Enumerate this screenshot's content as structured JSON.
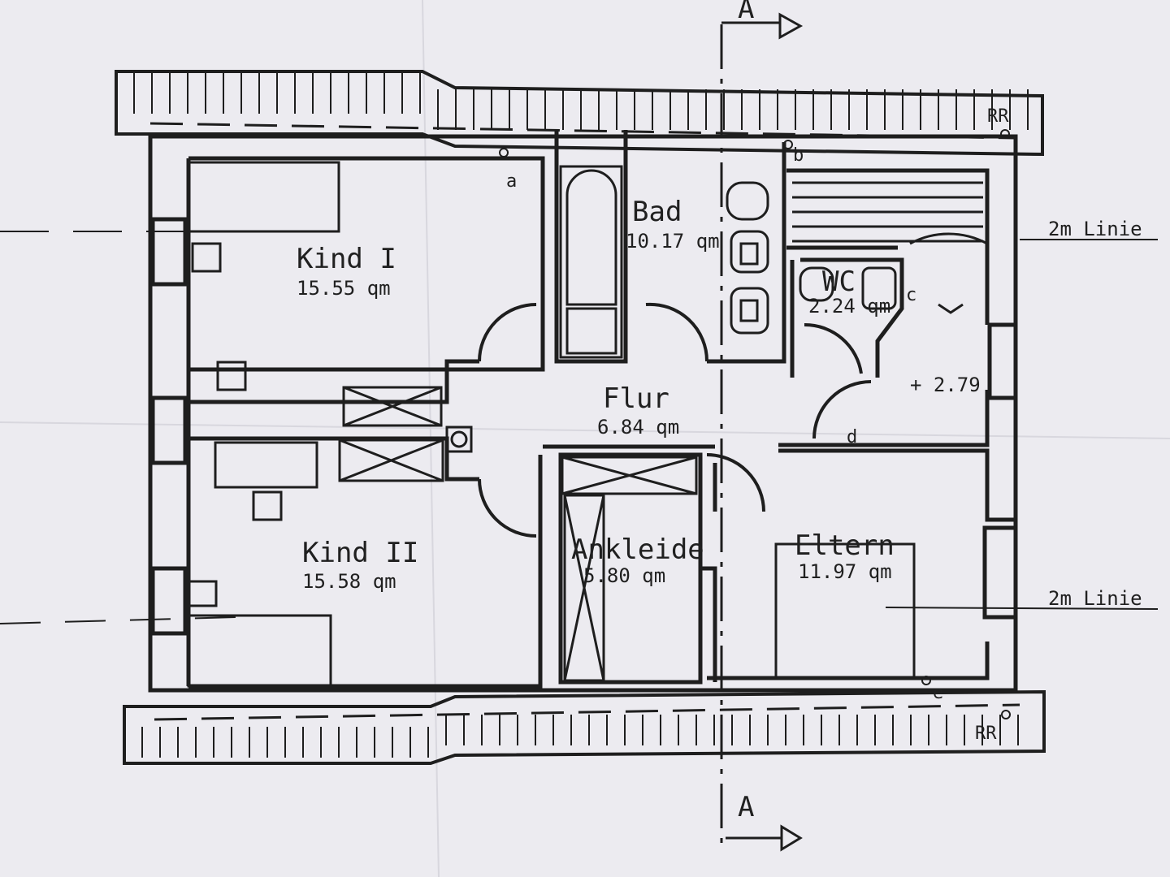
{
  "rooms": {
    "kind1": {
      "name": "Kind I",
      "area": "15.55 qm"
    },
    "kind2": {
      "name": "Kind II",
      "area": "15.58 qm"
    },
    "bad": {
      "name": "Bad",
      "area": "10.17 qm"
    },
    "wc": {
      "name": "WC",
      "area": "2.24 qm"
    },
    "flur": {
      "name": "Flur",
      "area": "6.84 qm"
    },
    "ankleide": {
      "name": "Ankleide",
      "area": "5.80 qm"
    },
    "eltern": {
      "name": "Eltern",
      "area": "11.97 qm"
    }
  },
  "markers": {
    "a": "a",
    "b": "b",
    "c": "c",
    "d": "d",
    "e": "e"
  },
  "level": "+ 2.79",
  "rr_top": "RR",
  "rr_bottom": "RR",
  "line_label_top": "2m Linie",
  "line_label_bottom": "2m Linie",
  "section_top": "A",
  "section_bottom": "A",
  "colors": {
    "paper": "#ecebf0",
    "ink": "#1e1e1e"
  }
}
